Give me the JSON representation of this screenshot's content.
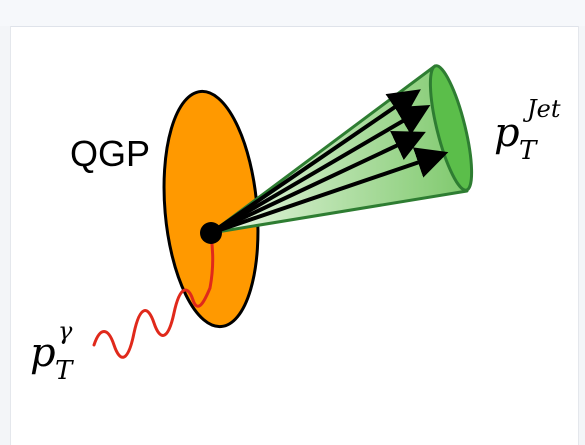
{
  "diagram": {
    "medium_label": "QGP",
    "jet_label": {
      "main": "p",
      "sub": "T",
      "sup": "Jet"
    },
    "photon_label": {
      "main": "p",
      "sub": "T",
      "sup": "γ"
    },
    "colors": {
      "medium_fill": "#FF9900",
      "medium_stroke": "#000000",
      "jet_cone_fill": "#8FD17F",
      "jet_cone_stroke": "#2E7D32",
      "jet_cap_fill": "#5BBE4A",
      "photon_wave": "#E0291B",
      "vertex": "#000000"
    },
    "jet_arrow_count": 4
  }
}
